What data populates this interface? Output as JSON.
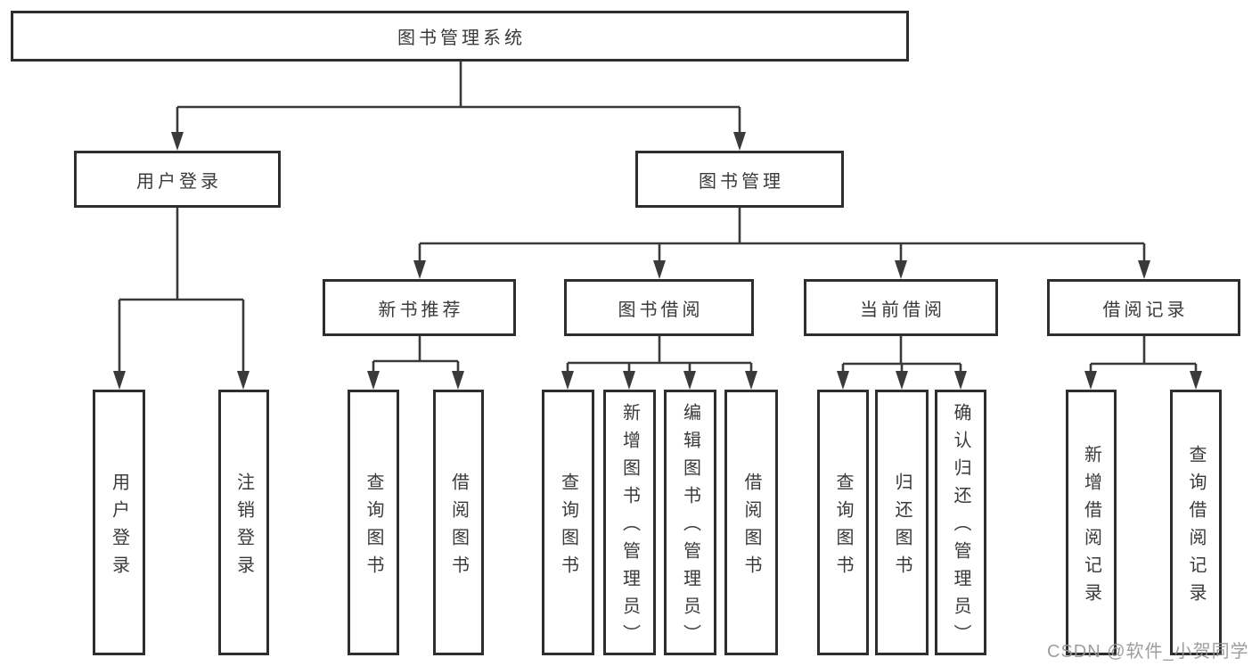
{
  "diagram": {
    "root": {
      "label": "图书管理系统"
    },
    "branches": [
      {
        "label": "用户登录",
        "leaves": [
          {
            "label": "用户登录"
          },
          {
            "label": "注销登录"
          }
        ]
      },
      {
        "label": "图书管理",
        "groups": [
          {
            "label": "新书推荐",
            "leaves": [
              {
                "label": "查询图书"
              },
              {
                "label": "借阅图书"
              }
            ]
          },
          {
            "label": "图书借阅",
            "leaves": [
              {
                "label": "查询图书"
              },
              {
                "label": "新增图书（管理员）"
              },
              {
                "label": "编辑图书（管理员）"
              },
              {
                "label": "借阅图书"
              }
            ]
          },
          {
            "label": "当前借阅",
            "leaves": [
              {
                "label": "查询图书"
              },
              {
                "label": "归还图书"
              },
              {
                "label": "确认归还（管理员）"
              }
            ]
          },
          {
            "label": "借阅记录",
            "leaves": [
              {
                "label": "新增借阅记录"
              },
              {
                "label": "查询借阅记录"
              }
            ]
          }
        ]
      }
    ]
  },
  "watermark": {
    "text": "CSDN @软件_小贺同学"
  },
  "colors": {
    "background": "#ffffff",
    "box_border": "#2e2e2e",
    "line": "#3a3a3a",
    "text": "#3a3a3a",
    "watermark": "#969696"
  }
}
